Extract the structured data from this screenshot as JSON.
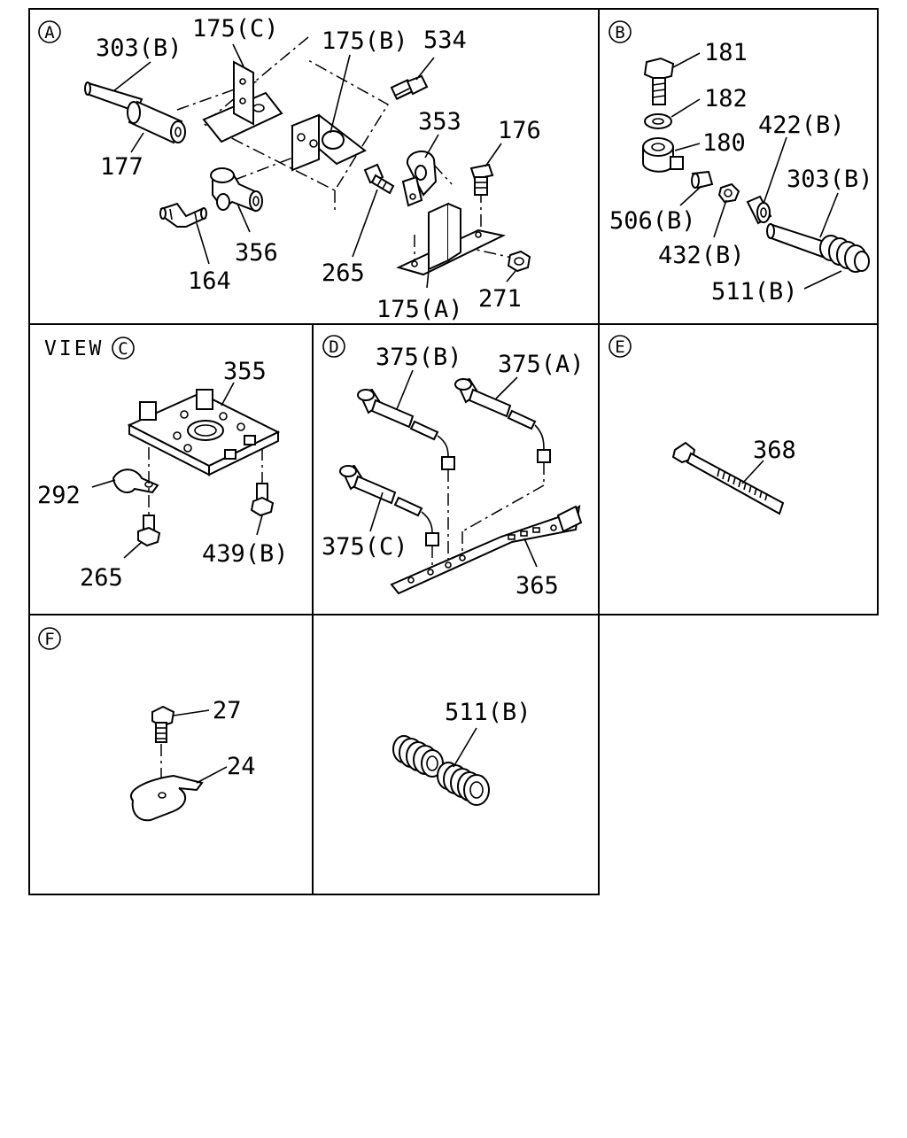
{
  "panels": {
    "A": {
      "letter": "A",
      "callouts": [
        "303(B)",
        "175(C)",
        "175(B)",
        "534",
        "353",
        "176",
        "177",
        "356",
        "164",
        "265",
        "175(A)",
        "271"
      ]
    },
    "B": {
      "letter": "B",
      "callouts": [
        "181",
        "182",
        "180",
        "422(B)",
        "303(B)",
        "506(B)",
        "432(B)",
        "511(B)"
      ]
    },
    "C": {
      "view_word": "VIEW",
      "letter": "C",
      "callouts": [
        "355",
        "292",
        "439(B)",
        "265"
      ]
    },
    "D": {
      "letter": "D",
      "callouts": [
        "375(B)",
        "375(A)",
        "375(C)",
        "365"
      ]
    },
    "E": {
      "letter": "E",
      "callouts": [
        "368"
      ]
    },
    "F": {
      "letter": "F",
      "callouts": [
        "27",
        "24"
      ]
    },
    "G": {
      "callouts": [
        "511(B)"
      ]
    }
  }
}
